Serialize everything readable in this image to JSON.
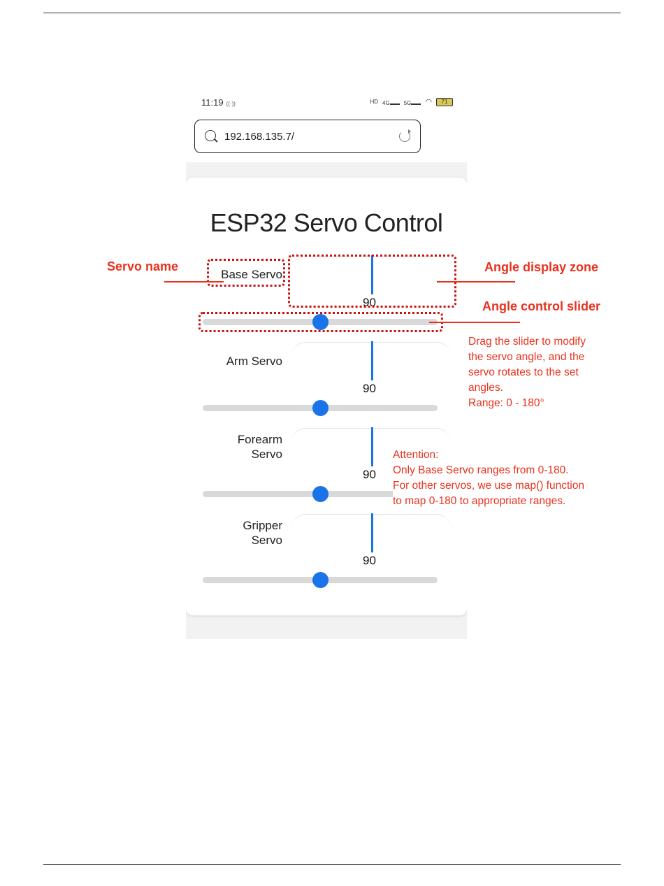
{
  "status_bar": {
    "time": "11:19",
    "time_extra": "((·))",
    "icons": [
      "HD",
      "4G",
      "5G",
      "wifi"
    ],
    "battery": "71"
  },
  "browser": {
    "url": "192.168.135.7/"
  },
  "page": {
    "title": "ESP32 Servo Control",
    "servos": [
      {
        "name_line1": "Base Servo",
        "name_line2": "",
        "value": "90",
        "slider_fraction": 0.5
      },
      {
        "name_line1": "Arm Servo",
        "name_line2": "",
        "value": "90",
        "slider_fraction": 0.5
      },
      {
        "name_line1": "Forearm",
        "name_line2": "Servo",
        "value": "90",
        "slider_fraction": 0.5
      },
      {
        "name_line1": "Gripper",
        "name_line2": "Servo",
        "value": "90",
        "slider_fraction": 0.5
      }
    ]
  },
  "annotations": {
    "servo_name": "Servo name",
    "angle_display_zone": "Angle display zone",
    "angle_control_slider": "Angle control slider",
    "slider_note": [
      "Drag the slider to modify",
      "the servo angle, and the",
      "servo rotates to the set",
      "angles.",
      "Range: 0 - 180°"
    ],
    "attention_note": [
      "Attention:",
      "Only Base Servo ranges from 0-180.",
      "For other servos, we use map() function",
      "to map 0-180 to appropriate ranges."
    ]
  },
  "colors": {
    "accent": "#1a73e8",
    "annotation": "#e8321e",
    "track": "#d9d9d9"
  }
}
